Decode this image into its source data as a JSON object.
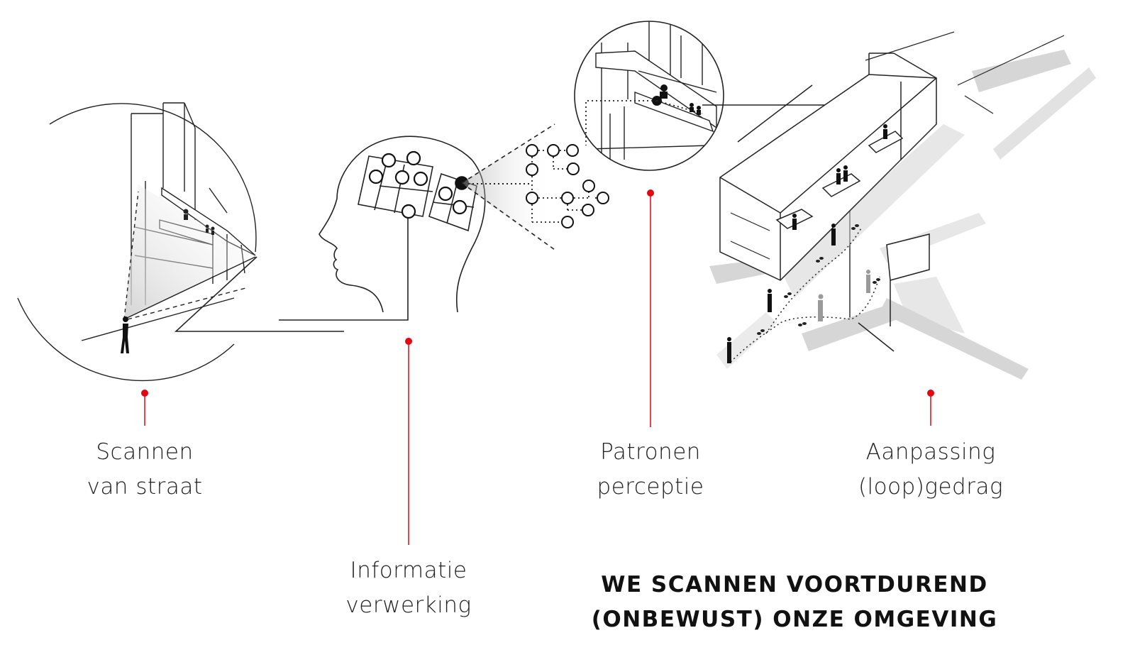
{
  "colors": {
    "accent": "#e30613",
    "line": "#222222",
    "shadow": "#bdbdbd"
  },
  "steps": [
    {
      "line1": "Scannen",
      "line2": "van straat"
    },
    {
      "line1": "Informatie",
      "line2": "verwerking"
    },
    {
      "line1": "Patronen",
      "line2": "perceptie"
    },
    {
      "line1": "Aanpassing",
      "line2": "(loop)gedrag"
    }
  ],
  "tagline": {
    "line1": "WE SCANNEN VOORTDUREND",
    "line2": "(ONBEWUST) ONZE OMGEVING"
  }
}
